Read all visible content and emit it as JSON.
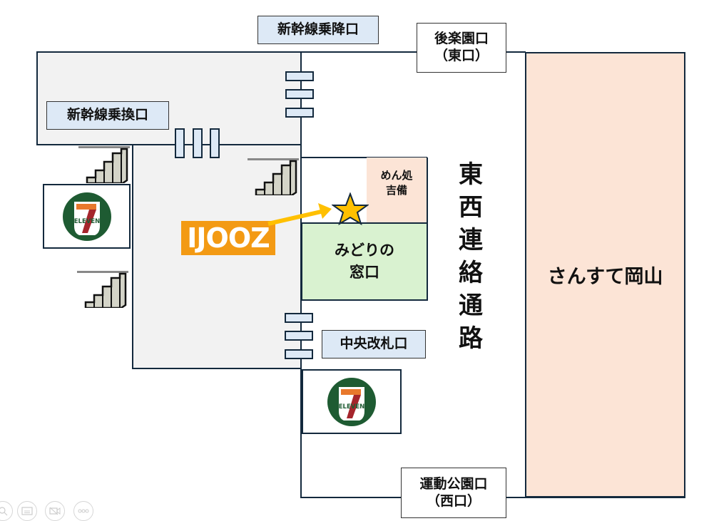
{
  "map": {
    "exits": {
      "shinkansen_platform": "新幹線乗降口",
      "shinkansen_transfer": "新幹線乗換口",
      "korakuen_exit": "後楽園口",
      "korakuen_exit_sub": "（東口）",
      "central_gate": "中央改札口",
      "undo_koen_exit": "運動公園口",
      "undo_koen_exit_sub": "（西口）"
    },
    "shops": {
      "noodle_shop_line1": "めん処",
      "noodle_shop_line2": "吉備",
      "midori_line1": "みどりの",
      "midori_line2": "窓口",
      "sunste": "さんすて岡山"
    },
    "corridor": {
      "chars": [
        "東",
        "西",
        "連",
        "絡",
        "通",
        "路"
      ]
    },
    "brand": {
      "ijooz_logo": "IJOOZ",
      "seven_eleven_logo": "7 ELEVEN"
    },
    "icons": {
      "stairs": "stairs-icon",
      "star": "star-icon",
      "arrow": "arrow-icon"
    },
    "colors": {
      "line": "#13293d",
      "gate_fill": "#dde9f6",
      "gray_area": "#f2f2f2",
      "peach": "#fce4d6",
      "green": "#d9f2d0",
      "ijooz_orange": "#f39a14",
      "star_yellow": "#ffc000",
      "seven_green": "#1e5b32",
      "seven_orange": "#e8782c",
      "seven_red": "#a5252c"
    }
  },
  "toolbar": {
    "buttons": [
      "zoom-icon",
      "caption-icon",
      "video-off-icon",
      "more-icon"
    ]
  }
}
